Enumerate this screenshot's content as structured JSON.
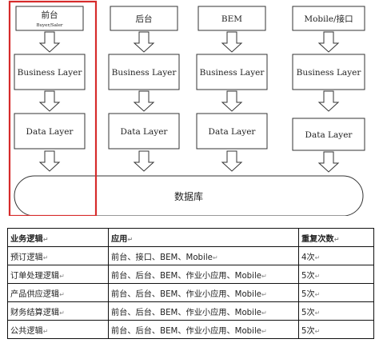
{
  "diagram": {
    "columns": [
      {
        "title": "前台",
        "subtitle": "Buyer/Saler",
        "highlighted": true
      },
      {
        "title": "后台",
        "subtitle": "",
        "highlighted": false
      },
      {
        "title": "BEM",
        "subtitle": "",
        "highlighted": false
      },
      {
        "title": "Mobile/接口",
        "subtitle": "",
        "highlighted": false
      }
    ],
    "business_layer": "Business Layer",
    "data_layer": "Data Layer",
    "database": "数据库",
    "colors": {
      "highlight": "#d62b2b",
      "stroke": "#333333",
      "fill": "#ffffff"
    }
  },
  "table": {
    "headers": [
      "业务逻辑",
      "应用",
      "重复次数"
    ],
    "rows": [
      {
        "logic": "预订逻辑",
        "apps": "前台、接口、BEM、Mobile",
        "count": "4次"
      },
      {
        "logic": "订单处理逻辑",
        "apps": "前台、后台、BEM、作业小应用、Mobile",
        "count": "5次"
      },
      {
        "logic": "产品供应逻辑",
        "apps": "前台、后台、BEM、作业小应用、Mobile",
        "count": "5次"
      },
      {
        "logic": "财务结算逻辑",
        "apps": "前台、后台、BEM、作业小应用、Mobile",
        "count": "5次"
      },
      {
        "logic": "公共逻辑",
        "apps": "前台、后台、BEM、作业小应用、Mobile",
        "count": "5次"
      }
    ],
    "mark": "↵"
  }
}
